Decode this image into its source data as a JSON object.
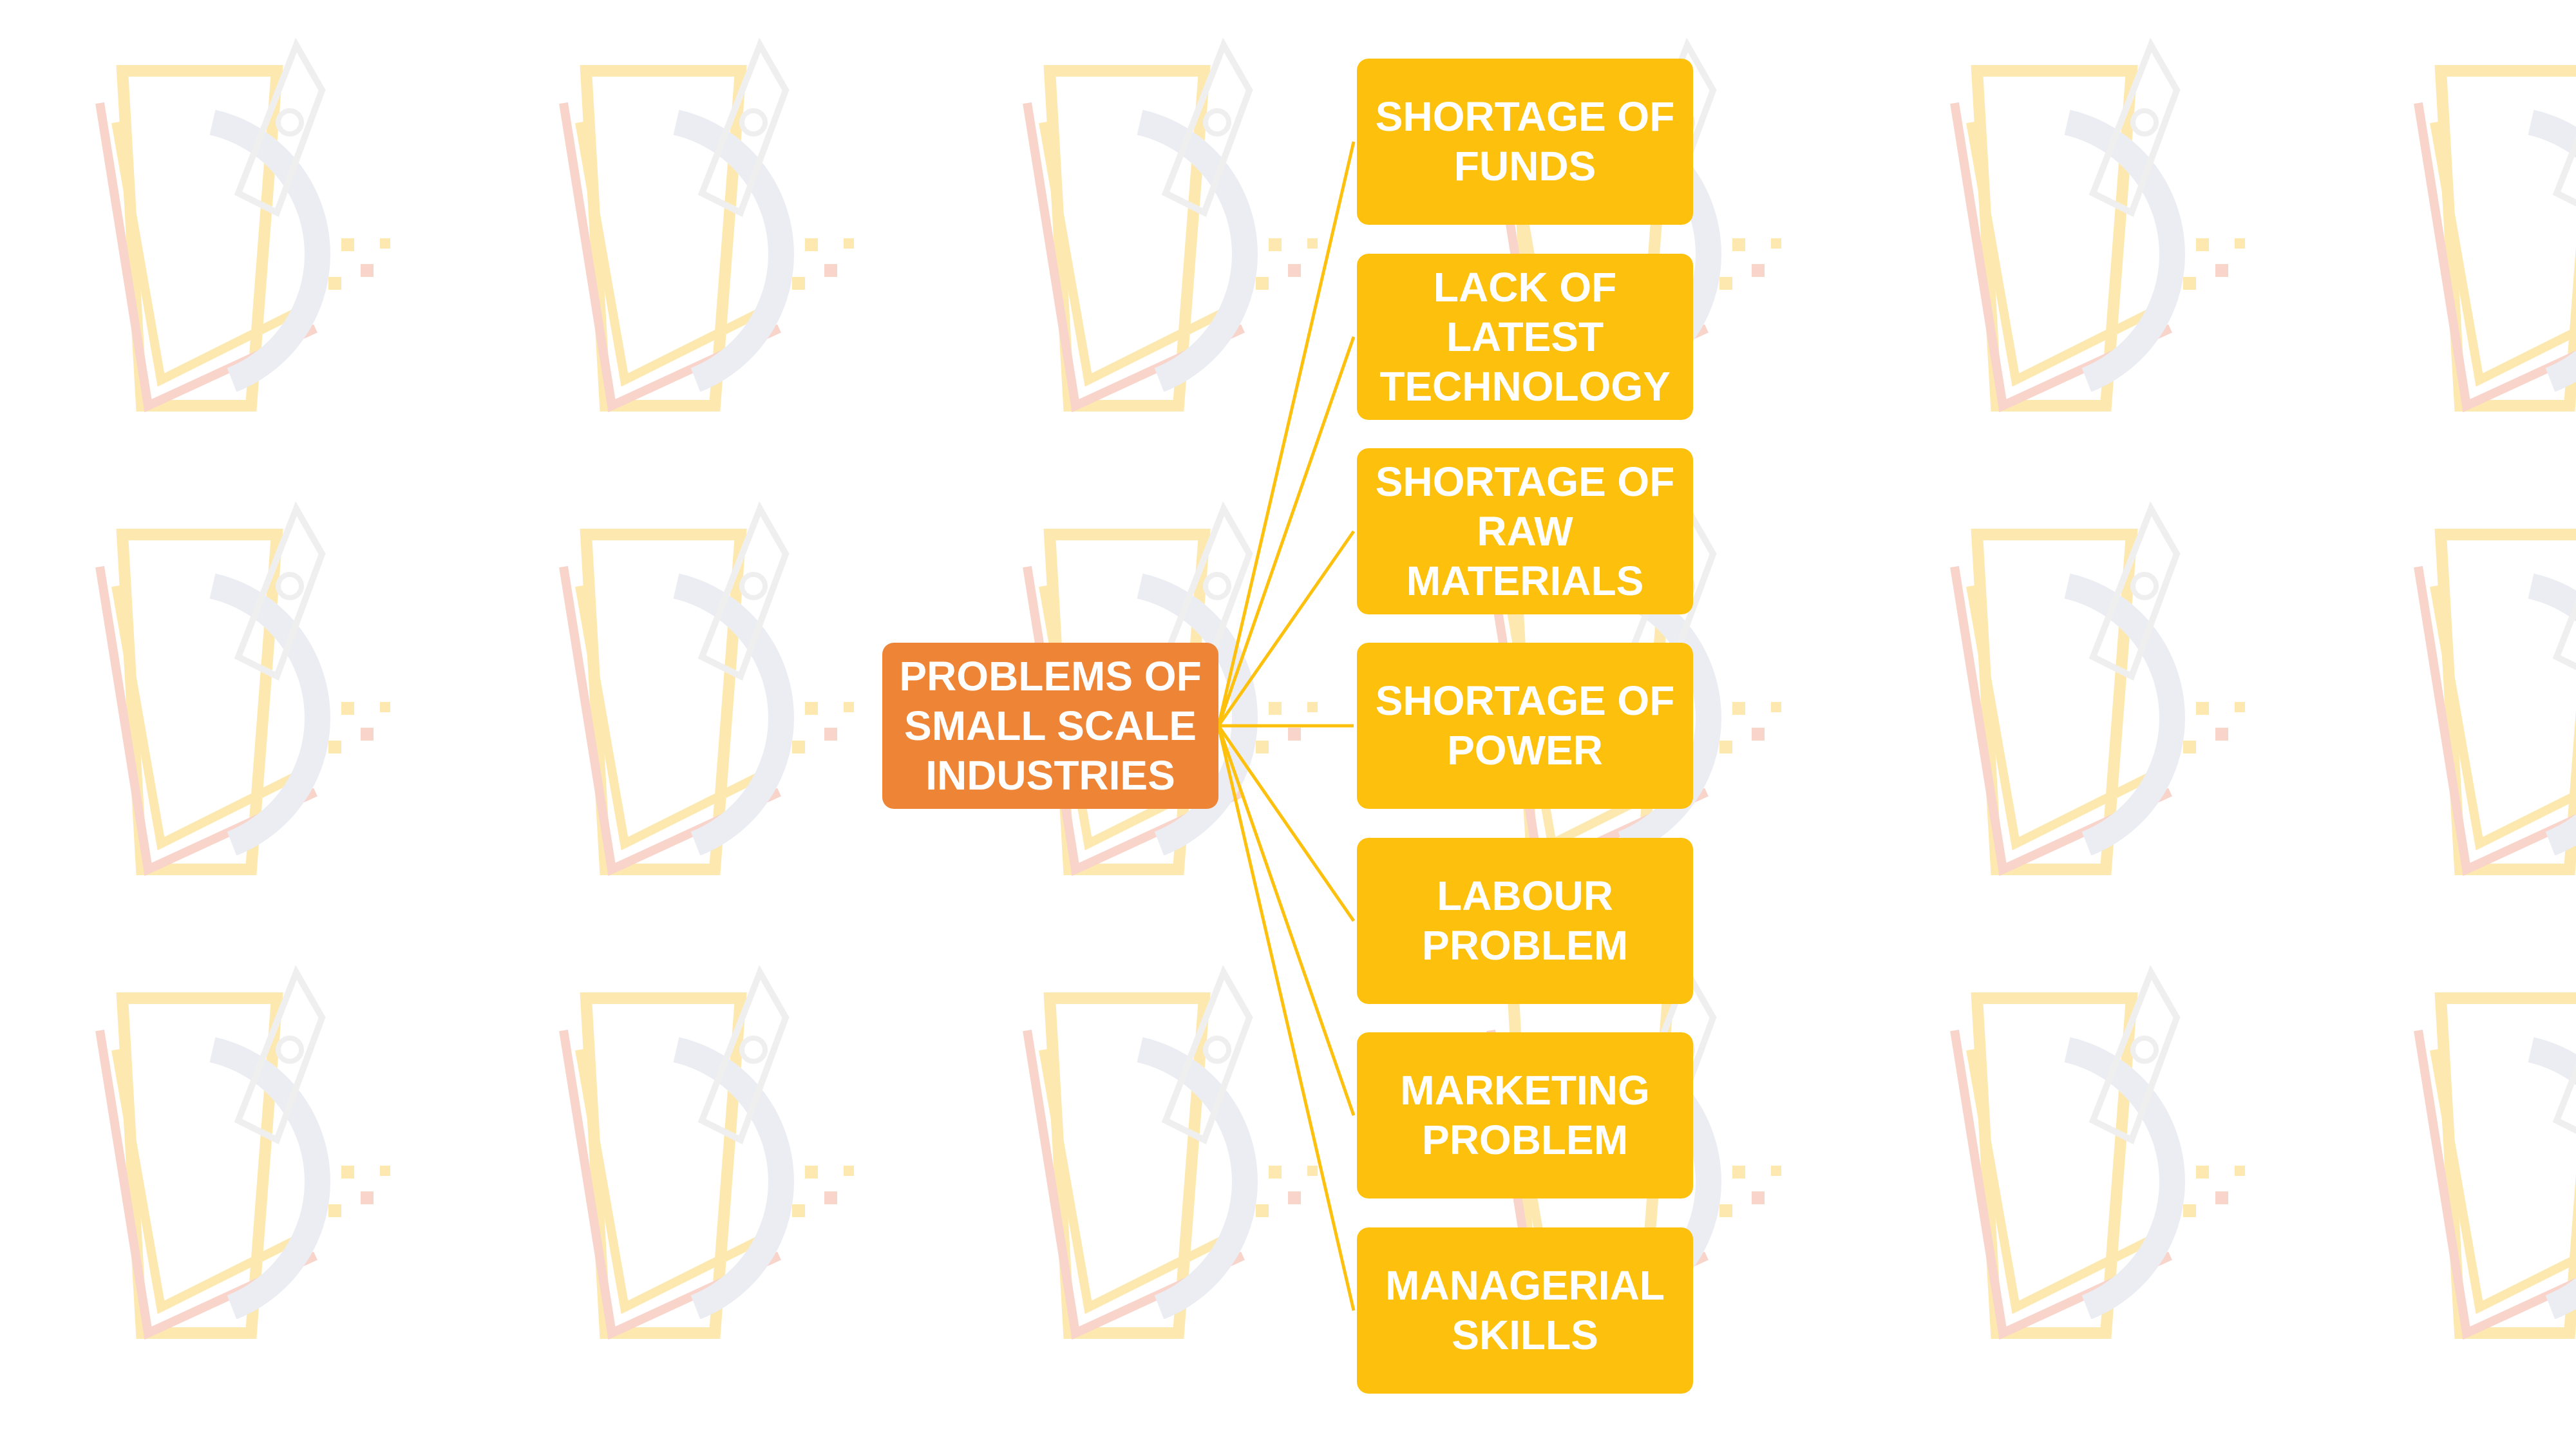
{
  "diagram": {
    "root": {
      "label": "PROBLEMS OF SMALL SCALE INDUSTRIES",
      "color": "#ee8436"
    },
    "branches": [
      {
        "label": "SHORTAGE OF FUNDS"
      },
      {
        "label": "LACK OF LATEST TECHNOLOGY"
      },
      {
        "label": "SHORTAGE OF RAW MATERIALS"
      },
      {
        "label": "SHORTAGE OF POWER"
      },
      {
        "label": "LABOUR PROBLEM"
      },
      {
        "label": "MARKETING PROBLEM"
      },
      {
        "label": "MANAGERIAL SKILLS"
      }
    ],
    "branch_color": "#fdc10d",
    "connector_color": "#fdc10d"
  },
  "watermark": {
    "icon": "rocket-logo-icon",
    "colors": [
      "#fde7a8",
      "#f9d0c6",
      "#e9ebf2"
    ]
  }
}
